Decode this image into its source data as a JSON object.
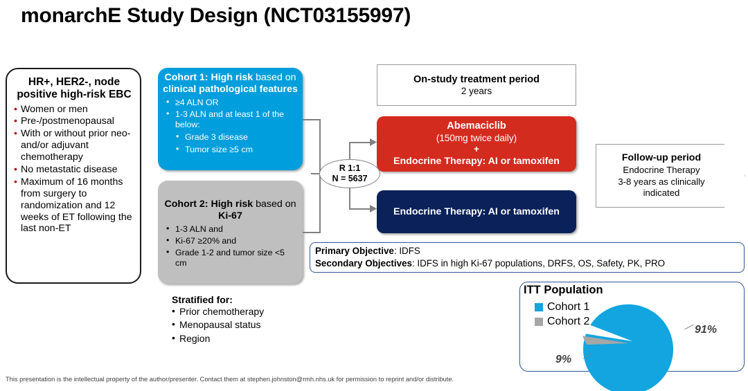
{
  "title": "monarchE Study Design (NCT03155997)",
  "eligibility": {
    "header": "HR+, HER2-, node positive high-risk EBC",
    "items": [
      "Women or men",
      "Pre-/postmenopausal",
      "With or without prior neo- and/or adjuvant chemotherapy",
      "No metastatic disease",
      "Maximum of 16 months from surgery to randomization and 12 weeks of ET following the last non-ET"
    ]
  },
  "cohort1": {
    "header_bold_1": "Cohort 1: High risk",
    "header_plain_1": " based on ",
    "header_bold_2": "clinical pathological features",
    "items": [
      "≥4 ALN OR",
      "1-3 ALN and at least 1 of the below:"
    ],
    "subitems": [
      "Grade 3 disease",
      "Tumor size ≥5 cm"
    ],
    "bg_color": "#009EDC"
  },
  "cohort2": {
    "header_bold_1": "Cohort 2: High risk",
    "header_plain_1": " based on ",
    "header_bold_2": "Ki-67",
    "items": [
      "1-3 ALN and",
      "Ki-67 ≥20% and",
      "Grade 1-2 and tumor size  <5 cm"
    ],
    "bg_color": "#bfbfbf"
  },
  "randomization": {
    "ratio": "R 1:1",
    "n": "N = 5637"
  },
  "treatment_period": {
    "title": "On-study treatment period",
    "duration": "2 years"
  },
  "arm_experimental": {
    "drug": "Abemaciclib",
    "dose": "(150mg twice daily)",
    "plus": "+",
    "combo": "Endocrine Therapy: AI or tamoxifen",
    "color": "#D42B1F"
  },
  "arm_control": {
    "label": "Endocrine Therapy: AI or tamoxifen",
    "color": "#0A2159"
  },
  "followup": {
    "title": "Follow-up period",
    "line2": "Endocrine Therapy",
    "line3": "3-8 years as clinically",
    "line4": "indicated"
  },
  "objectives": {
    "primary_label": "Primary Objective",
    "primary_value": ": IDFS",
    "secondary_label": "Secondary Objectives",
    "secondary_value": ": IDFS in high Ki-67 populations, DRFS, OS, Safety, PK, PRO"
  },
  "stratified": {
    "header": "Stratified for:",
    "items": [
      "Prior chemotherapy",
      "Menopausal status",
      "Region"
    ]
  },
  "chart_data": {
    "type": "pie",
    "title": "ITT Population",
    "categories": [
      "Cohort 1",
      "Cohort 2"
    ],
    "values": [
      91,
      9
    ],
    "labels": [
      "91%",
      "9%"
    ],
    "colors": [
      "#12A5E0",
      "#A6A6A6"
    ],
    "legend_position": "top-left",
    "exploded_slice": "Cohort 2"
  },
  "footer": {
    "text": "This presentation is the intellectual property of the author/presenter. Contact them at stephen.johnston@rmh.nhs.uk for permission to reprint and/or distribute."
  }
}
